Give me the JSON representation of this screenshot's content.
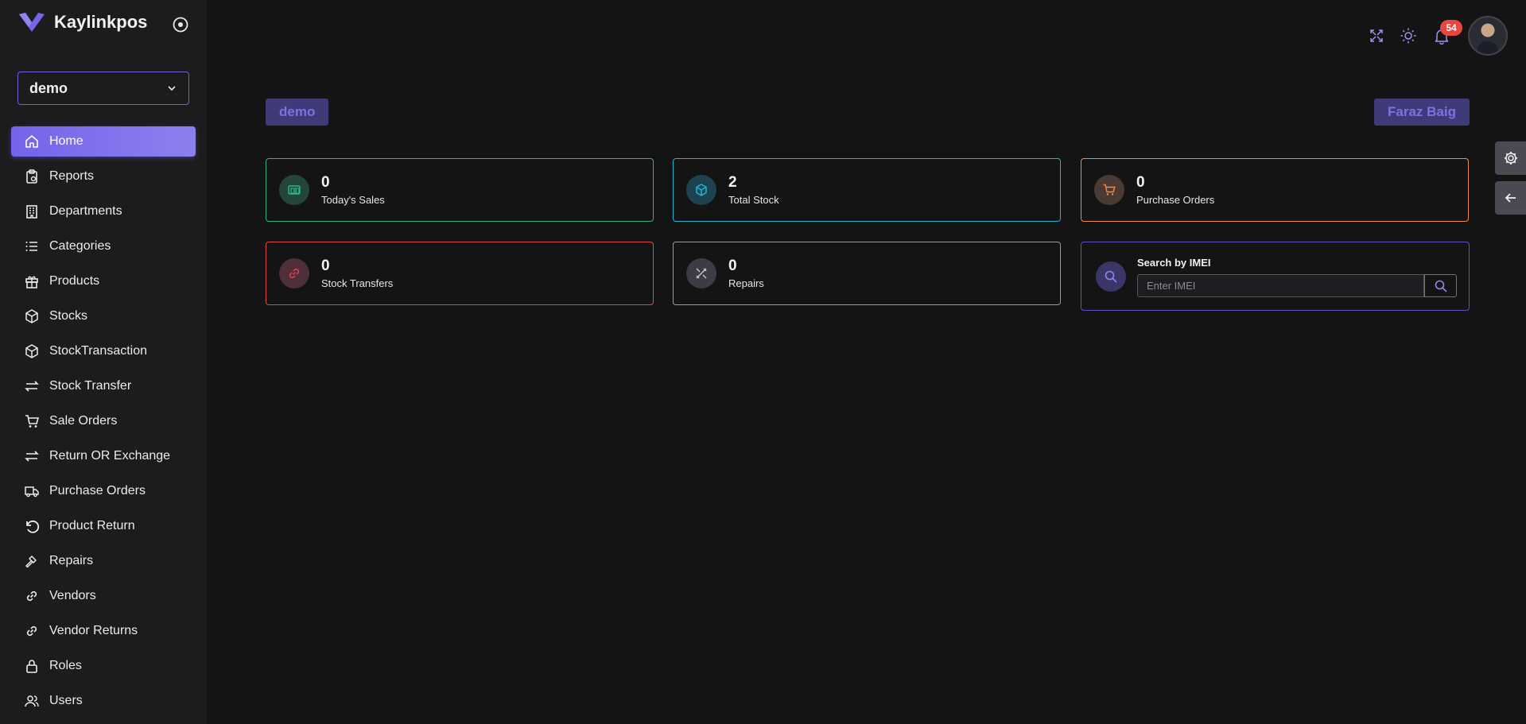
{
  "app": {
    "name": "Kaylinkpos"
  },
  "store_select": {
    "value": "demo"
  },
  "nav": [
    {
      "label": "Home",
      "icon": "home-icon",
      "active": true
    },
    {
      "label": "Reports",
      "icon": "clipboard-icon"
    },
    {
      "label": "Departments",
      "icon": "building-icon"
    },
    {
      "label": "Categories",
      "icon": "list-icon"
    },
    {
      "label": "Products",
      "icon": "gift-icon"
    },
    {
      "label": "Stocks",
      "icon": "box-icon"
    },
    {
      "label": "StockTransaction",
      "icon": "box-icon"
    },
    {
      "label": "Stock Transfer",
      "icon": "transfer-arrows-icon"
    },
    {
      "label": "Sale Orders",
      "icon": "cart-icon"
    },
    {
      "label": "Return OR Exchange",
      "icon": "transfer-arrows-icon"
    },
    {
      "label": "Purchase Orders",
      "icon": "truck-icon"
    },
    {
      "label": "Product Return",
      "icon": "undo-icon"
    },
    {
      "label": "Repairs",
      "icon": "hammer-icon"
    },
    {
      "label": "Vendors",
      "icon": "link-icon"
    },
    {
      "label": "Vendor Returns",
      "icon": "link-icon"
    },
    {
      "label": "Roles",
      "icon": "lock-icon"
    },
    {
      "label": "Users",
      "icon": "users-icon"
    }
  ],
  "header": {
    "notification_count": "54"
  },
  "tags": {
    "store": "demo",
    "user": "Faraz Baig"
  },
  "cards": [
    {
      "value": "0",
      "label": "Today's Sales",
      "icon": "cash-icon",
      "color": "#2fb67c"
    },
    {
      "value": "2",
      "label": "Total Stock",
      "icon": "cube-icon",
      "color": "#1fb6d6"
    },
    {
      "value": "0",
      "label": "Purchase Orders",
      "icon": "cart-icon",
      "color": "#f08a3c"
    },
    {
      "value": "0",
      "label": "Stock Transfers",
      "icon": "link-icon",
      "color": "#e0484a"
    },
    {
      "value": "0",
      "label": "Repairs",
      "icon": "tools-icon",
      "color": "#9a9aa2"
    }
  ],
  "imei": {
    "label": "Search by IMEI",
    "placeholder": "Enter IMEI"
  },
  "colors": {
    "accent": "#7464ea",
    "background": "#141415",
    "sidebar": "#1c1c1e",
    "badge": "#e8463f"
  }
}
